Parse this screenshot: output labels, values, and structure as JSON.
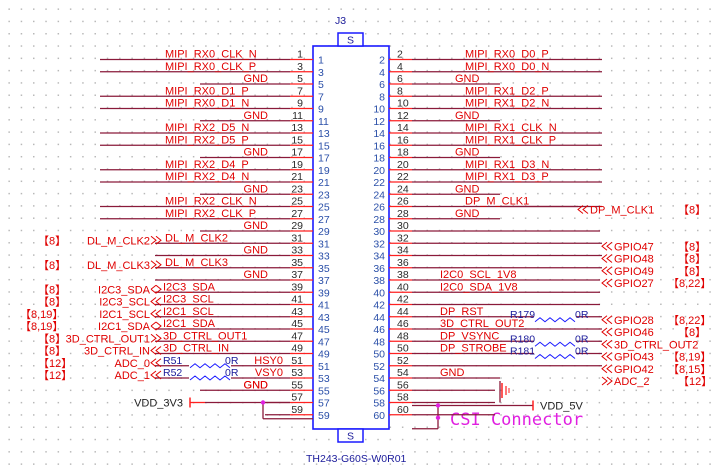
{
  "component": {
    "refdes": "J3",
    "part_number": "TH243-G60S-W0R01",
    "tab_label": "S",
    "title": "CSI Connector"
  },
  "colors": {
    "wire": "#8a1a3a",
    "pin_stub": "#ff2020",
    "label": "#e00000",
    "body": "#1a1aff",
    "junction": "#e020e0",
    "resistor": "#1a1aff"
  },
  "left_nets": [
    {
      "pin": 1,
      "net": "MIPI_RX0_CLK_N"
    },
    {
      "pin": 3,
      "net": "MIPI_RX0_CLK_P"
    },
    {
      "pin": 5,
      "net": "GND"
    },
    {
      "pin": 7,
      "net": "MIPI_RX0_D1_P"
    },
    {
      "pin": 9,
      "net": "MIPI_RX0_D1_N"
    },
    {
      "pin": 11,
      "net": "GND"
    },
    {
      "pin": 13,
      "net": "MIPI_RX2_D5_N"
    },
    {
      "pin": 15,
      "net": "MIPI_RX2_D5_P"
    },
    {
      "pin": 17,
      "net": "GND"
    },
    {
      "pin": 19,
      "net": "MIPI_RX2_D4_P"
    },
    {
      "pin": 21,
      "net": "MIPI_RX2_D4_N"
    },
    {
      "pin": 23,
      "net": "GND"
    },
    {
      "pin": 25,
      "net": "MIPI_RX2_CLK_N"
    },
    {
      "pin": 27,
      "net": "MIPI_RX2_CLK_P"
    },
    {
      "pin": 29,
      "net": "GND"
    },
    {
      "pin": 31,
      "net": "DL_M_CLK2"
    },
    {
      "pin": 33,
      "net": "GND"
    },
    {
      "pin": 35,
      "net": "DL_M_CLK3"
    },
    {
      "pin": 37,
      "net": "GND"
    },
    {
      "pin": 39,
      "net": "I2C3_SDA"
    },
    {
      "pin": 41,
      "net": "I2C3_SCL"
    },
    {
      "pin": 43,
      "net": "I2C1_SCL"
    },
    {
      "pin": 45,
      "net": "I2C1_SDA"
    },
    {
      "pin": 47,
      "net": "3D_CTRL_OUT1"
    },
    {
      "pin": 49,
      "net": "3D_CTRL_IN"
    },
    {
      "pin": 51,
      "net": "HSY0"
    },
    {
      "pin": 53,
      "net": "VSY0"
    },
    {
      "pin": 55,
      "net": "GND"
    },
    {
      "pin": 57,
      "net": ""
    },
    {
      "pin": 59,
      "net": ""
    }
  ],
  "right_nets": [
    {
      "pin": 2,
      "net": "MIPI_RX0_D0_P"
    },
    {
      "pin": 4,
      "net": "MIPI_RX0_D0_N"
    },
    {
      "pin": 6,
      "net": "GND"
    },
    {
      "pin": 8,
      "net": "MIPI_RX1_D2_P"
    },
    {
      "pin": 10,
      "net": "MIPI_RX1_D2_N"
    },
    {
      "pin": 12,
      "net": "GND"
    },
    {
      "pin": 14,
      "net": "MIPI_RX1_CLK_N"
    },
    {
      "pin": 16,
      "net": "MIPI_RX1_CLK_P"
    },
    {
      "pin": 18,
      "net": "GND"
    },
    {
      "pin": 20,
      "net": "MIPI_RX1_D3_N"
    },
    {
      "pin": 22,
      "net": "MIPI_RX1_D3_P"
    },
    {
      "pin": 24,
      "net": "GND"
    },
    {
      "pin": 26,
      "net": "DP_M_CLK1"
    },
    {
      "pin": 28,
      "net": "GND"
    },
    {
      "pin": 30,
      "net": ""
    },
    {
      "pin": 32,
      "net": ""
    },
    {
      "pin": 34,
      "net": ""
    },
    {
      "pin": 36,
      "net": ""
    },
    {
      "pin": 38,
      "net": "I2C0_SCL_1V8"
    },
    {
      "pin": 40,
      "net": "I2C0_SDA_1V8"
    },
    {
      "pin": 42,
      "net": ""
    },
    {
      "pin": 44,
      "net": "DP_RST"
    },
    {
      "pin": 46,
      "net": "3D_CTRL_OUT2"
    },
    {
      "pin": 48,
      "net": "DP_VSYNC"
    },
    {
      "pin": 50,
      "net": "DP_STROBE"
    },
    {
      "pin": 52,
      "net": ""
    },
    {
      "pin": 54,
      "net": "GND"
    },
    {
      "pin": 56,
      "net": ""
    },
    {
      "pin": 58,
      "net": ""
    },
    {
      "pin": 60,
      "net": ""
    }
  ],
  "left_ports": [
    {
      "pin": 31,
      "name": "DL_M_CLK2",
      "ref": "【8】",
      "dir": "out"
    },
    {
      "pin": 35,
      "name": "DL_M_CLK3",
      "ref": "【8】",
      "dir": "out"
    },
    {
      "pin": 39,
      "name": "I2C3_SDA",
      "ref": "【8】",
      "dir": "bidir"
    },
    {
      "pin": 41,
      "name": "I2C3_SCL",
      "ref": "【8】",
      "dir": "in"
    },
    {
      "pin": 43,
      "name": "I2C1_SCL",
      "ref": "【8,19】",
      "dir": "in"
    },
    {
      "pin": 45,
      "name": "I2C1_SDA",
      "ref": "【8,19】",
      "dir": "bidir"
    },
    {
      "pin": 47,
      "name": "3D_CTRL_OUT1",
      "ref": "【8】",
      "dir": "out"
    },
    {
      "pin": 49,
      "name": "3D_CTRL_IN",
      "ref": "【8】",
      "dir": "in"
    },
    {
      "pin": 51,
      "name": "ADC_0",
      "ref": "【12】",
      "dir": "in"
    },
    {
      "pin": 53,
      "name": "ADC_1",
      "ref": "【12】",
      "dir": "in"
    }
  ],
  "right_ports": [
    {
      "pin": 26,
      "name": "DP_M_CLK1",
      "ref": "【8】",
      "dir": "in"
    },
    {
      "pin": 32,
      "name": "GPIO47",
      "ref": "【8】",
      "dir": "in"
    },
    {
      "pin": 34,
      "name": "GPIO48",
      "ref": "【8】",
      "dir": "in"
    },
    {
      "pin": 36,
      "name": "GPIO49",
      "ref": "【8】",
      "dir": "in"
    },
    {
      "pin": 38,
      "name": "GPIO27",
      "ref": "【8,22】",
      "dir": "in"
    },
    {
      "pin": 44,
      "name": "GPIO28",
      "ref": "【8,22】",
      "dir": "in"
    },
    {
      "pin": 46,
      "name": "GPIO46",
      "ref": "【8】",
      "dir": "in"
    },
    {
      "pin": 48,
      "name": "3D_CTRL_OUT2",
      "ref": "",
      "dir": "in"
    },
    {
      "pin": 50,
      "name": "GPIO43",
      "ref": "【8,19】",
      "dir": "in"
    },
    {
      "pin": 52,
      "name": "GPIO42",
      "ref": "【8,15】",
      "dir": "in"
    },
    {
      "pin": 54,
      "name": "ADC_2",
      "ref": "【12】",
      "dir": "out"
    }
  ],
  "resistors": [
    {
      "ref": "R51",
      "value": "0R",
      "side": "left",
      "pin": 51
    },
    {
      "ref": "R52",
      "value": "0R",
      "side": "left",
      "pin": 53
    },
    {
      "ref": "R179",
      "value": "0R",
      "side": "right",
      "pin": 44
    },
    {
      "ref": "R180",
      "value": "0R",
      "side": "right",
      "pin": 48
    },
    {
      "ref": "R181",
      "value": "0R",
      "side": "right",
      "pin": 50
    }
  ],
  "power": {
    "left": "VDD_3V3",
    "right": "VDD_5V"
  }
}
